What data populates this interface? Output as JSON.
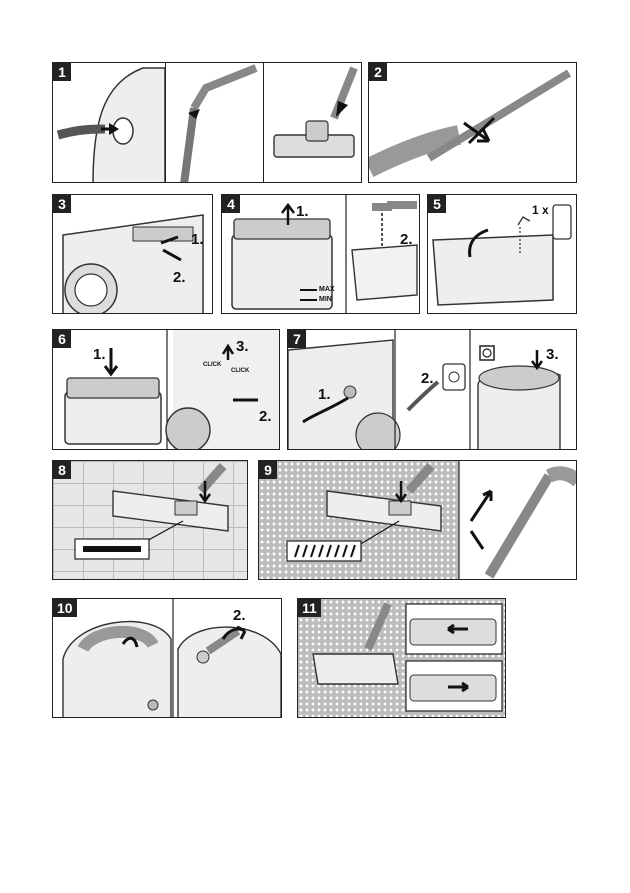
{
  "panels": {
    "p1": {
      "num": "1"
    },
    "p2": {
      "num": "2"
    },
    "p3": {
      "num": "3",
      "s1": "1.",
      "s2": "2."
    },
    "p4": {
      "num": "4",
      "s1": "1.",
      "s2": "2.",
      "max": "MAX",
      "min": "MIN"
    },
    "p5": {
      "num": "5",
      "dose": "1 x"
    },
    "p6": {
      "num": "6",
      "s1": "1.",
      "s2": "2.",
      "s3": "3.",
      "click1": "CLICK",
      "click2": "CLICK"
    },
    "p7": {
      "num": "7",
      "s1": "1.",
      "s2": "2.",
      "s3": "3."
    },
    "p8": {
      "num": "8"
    },
    "p9": {
      "num": "9"
    },
    "p10": {
      "num": "10",
      "s2": "2."
    },
    "p11": {
      "num": "11"
    }
  }
}
